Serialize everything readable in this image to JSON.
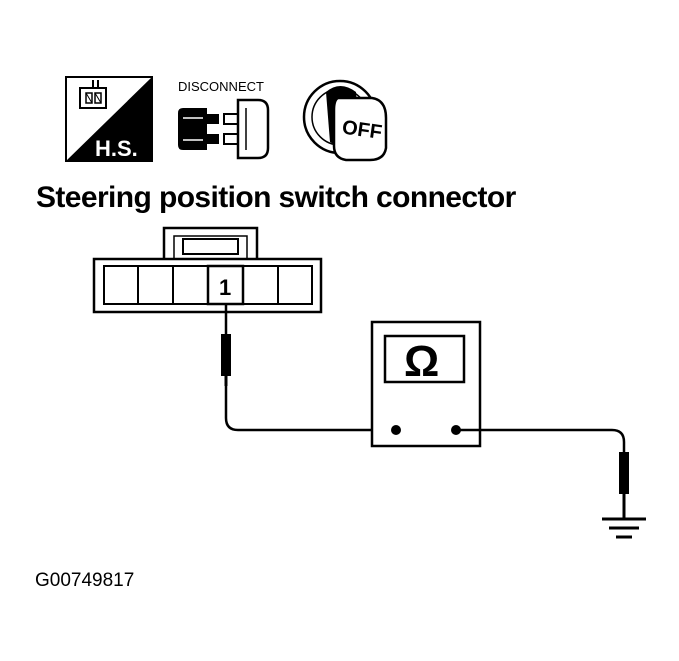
{
  "icons": {
    "harness_side_label": "H.S.",
    "disconnect_label": "DISCONNECT",
    "ignition_label": "OFF"
  },
  "title": "Steering position switch connector",
  "connector": {
    "pin_label": "1"
  },
  "meter": {
    "symbol": "Ω"
  },
  "figure_id": "G00749817",
  "colors": {
    "ink": "#000000",
    "paper": "#ffffff"
  }
}
